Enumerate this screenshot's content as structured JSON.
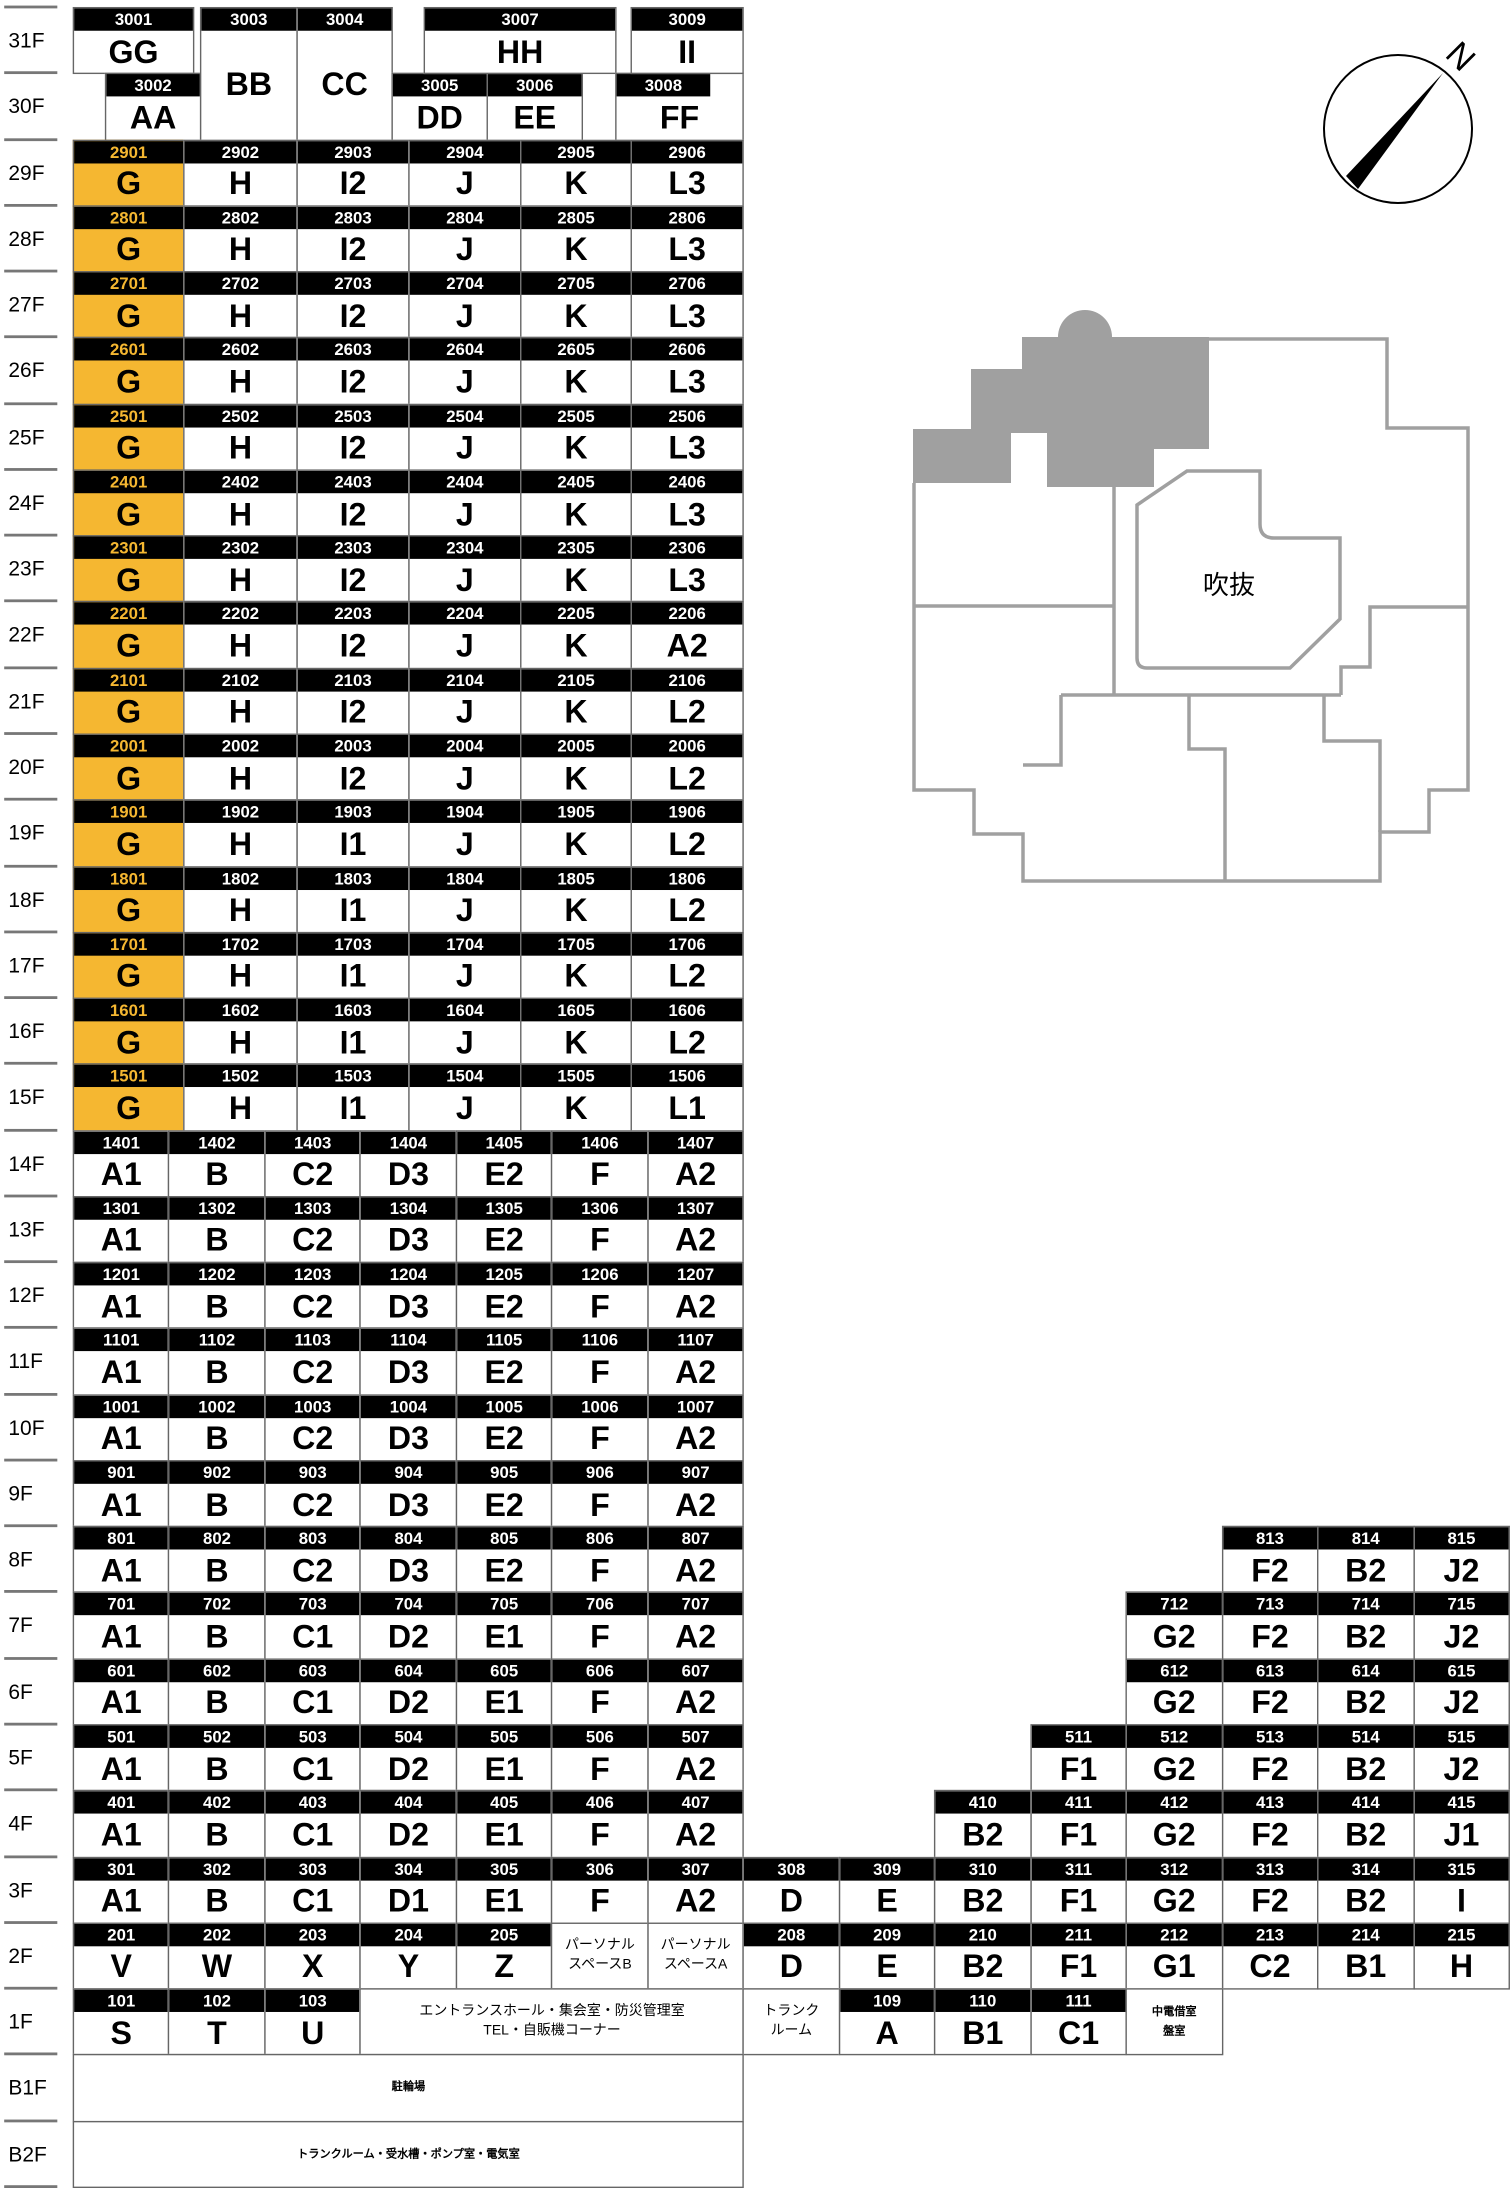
{
  "colors": {
    "highlight": "#F5B731",
    "header": "#000000",
    "plan_gray": "#A0A0A0"
  },
  "compass": {
    "label": "N",
    "icon": "north-arrow-icon"
  },
  "plan": {
    "void_label": "吹抜"
  },
  "floor_labels": [
    "31F",
    "30F",
    "29F",
    "28F",
    "27F",
    "26F",
    "25F",
    "24F",
    "23F",
    "22F",
    "21F",
    "20F",
    "19F",
    "18F",
    "17F",
    "16F",
    "15F",
    "14F",
    "13F",
    "12F",
    "11F",
    "10F",
    "9F",
    "8F",
    "7F",
    "6F",
    "5F",
    "4F",
    "3F",
    "2F",
    "1F",
    "B1F",
    "B2F"
  ],
  "top_units": [
    {
      "no": "3001",
      "type": "GG"
    },
    {
      "no": "3002",
      "type": "AA"
    },
    {
      "no": "3003",
      "type": "BB"
    },
    {
      "no": "3004",
      "type": "CC"
    },
    {
      "no": "3005",
      "type": "DD"
    },
    {
      "no": "3006",
      "type": "EE"
    },
    {
      "no": "3007",
      "type": "HH"
    },
    {
      "no": "3008",
      "type": "FF"
    },
    {
      "no": "3009",
      "type": "II"
    }
  ],
  "upper_floors": [
    {
      "floor": 29,
      "types": [
        "G",
        "H",
        "I2",
        "J",
        "K",
        "L3"
      ]
    },
    {
      "floor": 28,
      "types": [
        "G",
        "H",
        "I2",
        "J",
        "K",
        "L3"
      ]
    },
    {
      "floor": 27,
      "types": [
        "G",
        "H",
        "I2",
        "J",
        "K",
        "L3"
      ]
    },
    {
      "floor": 26,
      "types": [
        "G",
        "H",
        "I2",
        "J",
        "K",
        "L3"
      ]
    },
    {
      "floor": 25,
      "types": [
        "G",
        "H",
        "I2",
        "J",
        "K",
        "L3"
      ]
    },
    {
      "floor": 24,
      "types": [
        "G",
        "H",
        "I2",
        "J",
        "K",
        "L3"
      ]
    },
    {
      "floor": 23,
      "types": [
        "G",
        "H",
        "I2",
        "J",
        "K",
        "L3"
      ]
    },
    {
      "floor": 22,
      "types": [
        "G",
        "H",
        "I2",
        "J",
        "K",
        "A2"
      ]
    },
    {
      "floor": 21,
      "types": [
        "G",
        "H",
        "I2",
        "J",
        "K",
        "L2"
      ]
    },
    {
      "floor": 20,
      "types": [
        "G",
        "H",
        "I2",
        "J",
        "K",
        "L2"
      ]
    },
    {
      "floor": 19,
      "types": [
        "G",
        "H",
        "I1",
        "J",
        "K",
        "L2"
      ]
    },
    {
      "floor": 18,
      "types": [
        "G",
        "H",
        "I1",
        "J",
        "K",
        "L2"
      ]
    },
    {
      "floor": 17,
      "types": [
        "G",
        "H",
        "I1",
        "J",
        "K",
        "L2"
      ]
    },
    {
      "floor": 16,
      "types": [
        "G",
        "H",
        "I1",
        "J",
        "K",
        "L2"
      ]
    },
    {
      "floor": 15,
      "types": [
        "G",
        "H",
        "I1",
        "J",
        "K",
        "L1"
      ]
    }
  ],
  "lower_floors": [
    {
      "floor": 14,
      "units": [
        [
          "1401",
          "A1"
        ],
        [
          "1402",
          "B"
        ],
        [
          "1403",
          "C2"
        ],
        [
          "1404",
          "D3"
        ],
        [
          "1405",
          "E2"
        ],
        [
          "1406",
          "F"
        ],
        [
          "1407",
          "A2"
        ]
      ]
    },
    {
      "floor": 13,
      "units": [
        [
          "1301",
          "A1"
        ],
        [
          "1302",
          "B"
        ],
        [
          "1303",
          "C2"
        ],
        [
          "1304",
          "D3"
        ],
        [
          "1305",
          "E2"
        ],
        [
          "1306",
          "F"
        ],
        [
          "1307",
          "A2"
        ]
      ]
    },
    {
      "floor": 12,
      "units": [
        [
          "1201",
          "A1"
        ],
        [
          "1202",
          "B"
        ],
        [
          "1203",
          "C2"
        ],
        [
          "1204",
          "D3"
        ],
        [
          "1205",
          "E2"
        ],
        [
          "1206",
          "F"
        ],
        [
          "1207",
          "A2"
        ]
      ]
    },
    {
      "floor": 11,
      "units": [
        [
          "1101",
          "A1"
        ],
        [
          "1102",
          "B"
        ],
        [
          "1103",
          "C2"
        ],
        [
          "1104",
          "D3"
        ],
        [
          "1105",
          "E2"
        ],
        [
          "1106",
          "F"
        ],
        [
          "1107",
          "A2"
        ]
      ]
    },
    {
      "floor": 10,
      "units": [
        [
          "1001",
          "A1"
        ],
        [
          "1002",
          "B"
        ],
        [
          "1003",
          "C2"
        ],
        [
          "1004",
          "D3"
        ],
        [
          "1005",
          "E2"
        ],
        [
          "1006",
          "F"
        ],
        [
          "1007",
          "A2"
        ]
      ]
    },
    {
      "floor": 9,
      "units": [
        [
          "901",
          "A1"
        ],
        [
          "902",
          "B"
        ],
        [
          "903",
          "C2"
        ],
        [
          "904",
          "D3"
        ],
        [
          "905",
          "E2"
        ],
        [
          "906",
          "F"
        ],
        [
          "907",
          "A2"
        ]
      ]
    },
    {
      "floor": 8,
      "units": [
        [
          "801",
          "A1"
        ],
        [
          "802",
          "B"
        ],
        [
          "803",
          "C2"
        ],
        [
          "804",
          "D3"
        ],
        [
          "805",
          "E2"
        ],
        [
          "806",
          "F"
        ],
        [
          "807",
          "A2"
        ],
        [
          "813",
          "F2"
        ],
        [
          "814",
          "B2"
        ],
        [
          "815",
          "J2"
        ]
      ]
    },
    {
      "floor": 7,
      "units": [
        [
          "701",
          "A1"
        ],
        [
          "702",
          "B"
        ],
        [
          "703",
          "C1"
        ],
        [
          "704",
          "D2"
        ],
        [
          "705",
          "E1"
        ],
        [
          "706",
          "F"
        ],
        [
          "707",
          "A2"
        ],
        [
          "712",
          "G2"
        ],
        [
          "713",
          "F2"
        ],
        [
          "714",
          "B2"
        ],
        [
          "715",
          "J2"
        ]
      ]
    },
    {
      "floor": 6,
      "units": [
        [
          "601",
          "A1"
        ],
        [
          "602",
          "B"
        ],
        [
          "603",
          "C1"
        ],
        [
          "604",
          "D2"
        ],
        [
          "605",
          "E1"
        ],
        [
          "606",
          "F"
        ],
        [
          "607",
          "A2"
        ],
        [
          "612",
          "G2"
        ],
        [
          "613",
          "F2"
        ],
        [
          "614",
          "B2"
        ],
        [
          "615",
          "J2"
        ]
      ]
    },
    {
      "floor": 5,
      "units": [
        [
          "501",
          "A1"
        ],
        [
          "502",
          "B"
        ],
        [
          "503",
          "C1"
        ],
        [
          "504",
          "D2"
        ],
        [
          "505",
          "E1"
        ],
        [
          "506",
          "F"
        ],
        [
          "507",
          "A2"
        ],
        [
          "511",
          "F1"
        ],
        [
          "512",
          "G2"
        ],
        [
          "513",
          "F2"
        ],
        [
          "514",
          "B2"
        ],
        [
          "515",
          "J2"
        ]
      ]
    },
    {
      "floor": 4,
      "units": [
        [
          "401",
          "A1"
        ],
        [
          "402",
          "B"
        ],
        [
          "403",
          "C1"
        ],
        [
          "404",
          "D2"
        ],
        [
          "405",
          "E1"
        ],
        [
          "406",
          "F"
        ],
        [
          "407",
          "A2"
        ],
        [
          "410",
          "B2"
        ],
        [
          "411",
          "F1"
        ],
        [
          "412",
          "G2"
        ],
        [
          "413",
          "F2"
        ],
        [
          "414",
          "B2"
        ],
        [
          "415",
          "J1"
        ]
      ]
    },
    {
      "floor": 3,
      "units": [
        [
          "301",
          "A1"
        ],
        [
          "302",
          "B"
        ],
        [
          "303",
          "C1"
        ],
        [
          "304",
          "D1"
        ],
        [
          "305",
          "E1"
        ],
        [
          "306",
          "F"
        ],
        [
          "307",
          "A2"
        ],
        [
          "308",
          "D"
        ],
        [
          "309",
          "E"
        ],
        [
          "310",
          "B2"
        ],
        [
          "311",
          "F1"
        ],
        [
          "312",
          "G2"
        ],
        [
          "313",
          "F2"
        ],
        [
          "314",
          "B2"
        ],
        [
          "315",
          "I"
        ]
      ]
    }
  ],
  "floor2": [
    [
      "201",
      "V"
    ],
    [
      "202",
      "W"
    ],
    [
      "203",
      "X"
    ],
    [
      "204",
      "Y"
    ],
    [
      "205",
      "Z"
    ],
    [
      "",
      "パーソナル\nスペースB"
    ],
    [
      "",
      "パーソナル\nスペースA"
    ],
    [
      "208",
      "D"
    ],
    [
      "209",
      "E"
    ],
    [
      "210",
      "B2"
    ],
    [
      "211",
      "F1"
    ],
    [
      "212",
      "G1"
    ],
    [
      "213",
      "C2"
    ],
    [
      "214",
      "B1"
    ],
    [
      "215",
      "H"
    ]
  ],
  "floor1": [
    [
      "101",
      "S"
    ],
    [
      "102",
      "T"
    ],
    [
      "103",
      "U"
    ],
    [
      "",
      "エントランスホール・集会室・防災管理室\nTEL・自販機コーナー"
    ],
    [
      "",
      "トランク\nルーム"
    ],
    [
      "109",
      "A"
    ],
    [
      "110",
      "B1"
    ],
    [
      "111",
      "C1"
    ],
    [
      "",
      "中電借室\n盤室"
    ]
  ],
  "basement": {
    "b1": "駐輪場",
    "b2": "トランクルーム・受水槽・ポンプ室・電気室"
  }
}
